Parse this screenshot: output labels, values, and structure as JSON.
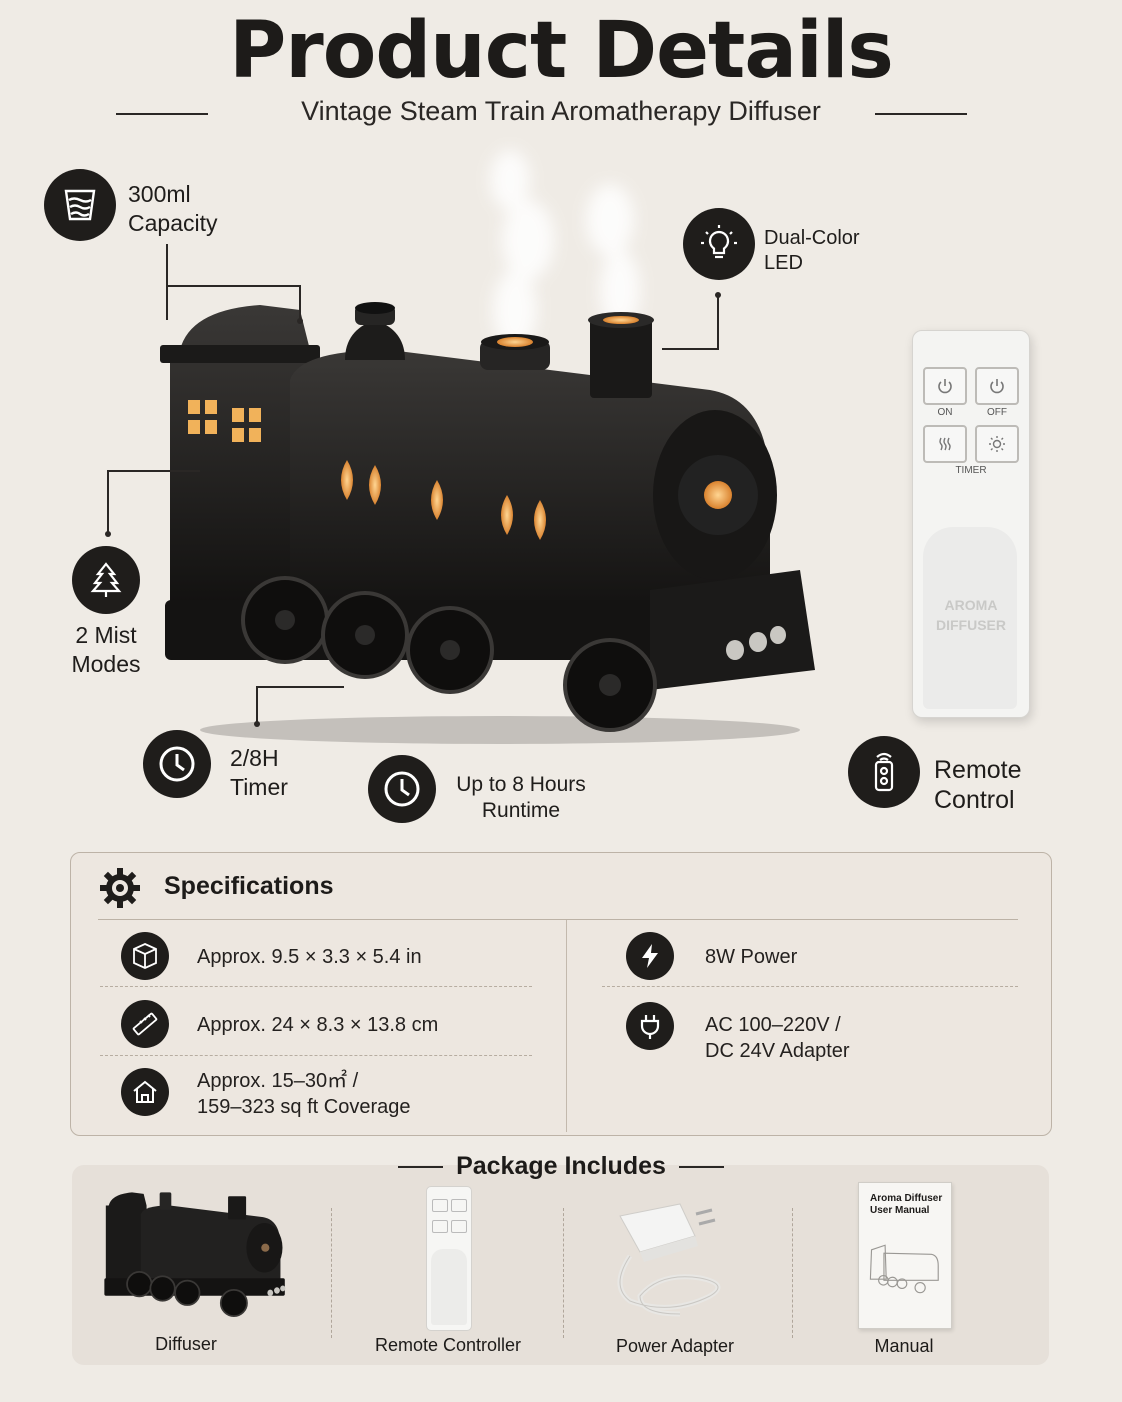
{
  "header": {
    "title": "Product Details",
    "subtitle": "Vintage Steam Train Aromatherapy Diffuser"
  },
  "features": {
    "capacity": "300ml\nCapacity",
    "led": "Dual-Color\nLED",
    "mist": "2 Mist\nModes",
    "timer": "2/8H\nTimer",
    "runtime": "Up to 8 Hours\nRuntime",
    "remote": "Remote\nControl"
  },
  "remote": {
    "on": "ON",
    "off": "OFF",
    "timer": "TIMER",
    "brand": "AROMA\nDIFFUSER"
  },
  "specs": {
    "heading": "Specifications",
    "items": [
      "Approx. 9.5 × 3.3 × 5.4 in",
      "Approx. 24 × 8.3 × 13.8 cm",
      "Approx. 15–30㎡ /\n159–323 sq ft Coverage",
      "8W Power",
      "AC 100–220V /\nDC 24V Adapter"
    ]
  },
  "package": {
    "heading": "Package Includes",
    "items": [
      "Diffuser",
      "Remote Controller",
      "Power Adapter",
      "Manual"
    ],
    "manual_title": "Aroma Diffuser\nUser Manual"
  },
  "colors": {
    "background": "#efebe5",
    "badge": "#1f1d1b",
    "glow": "#f6b45a"
  }
}
